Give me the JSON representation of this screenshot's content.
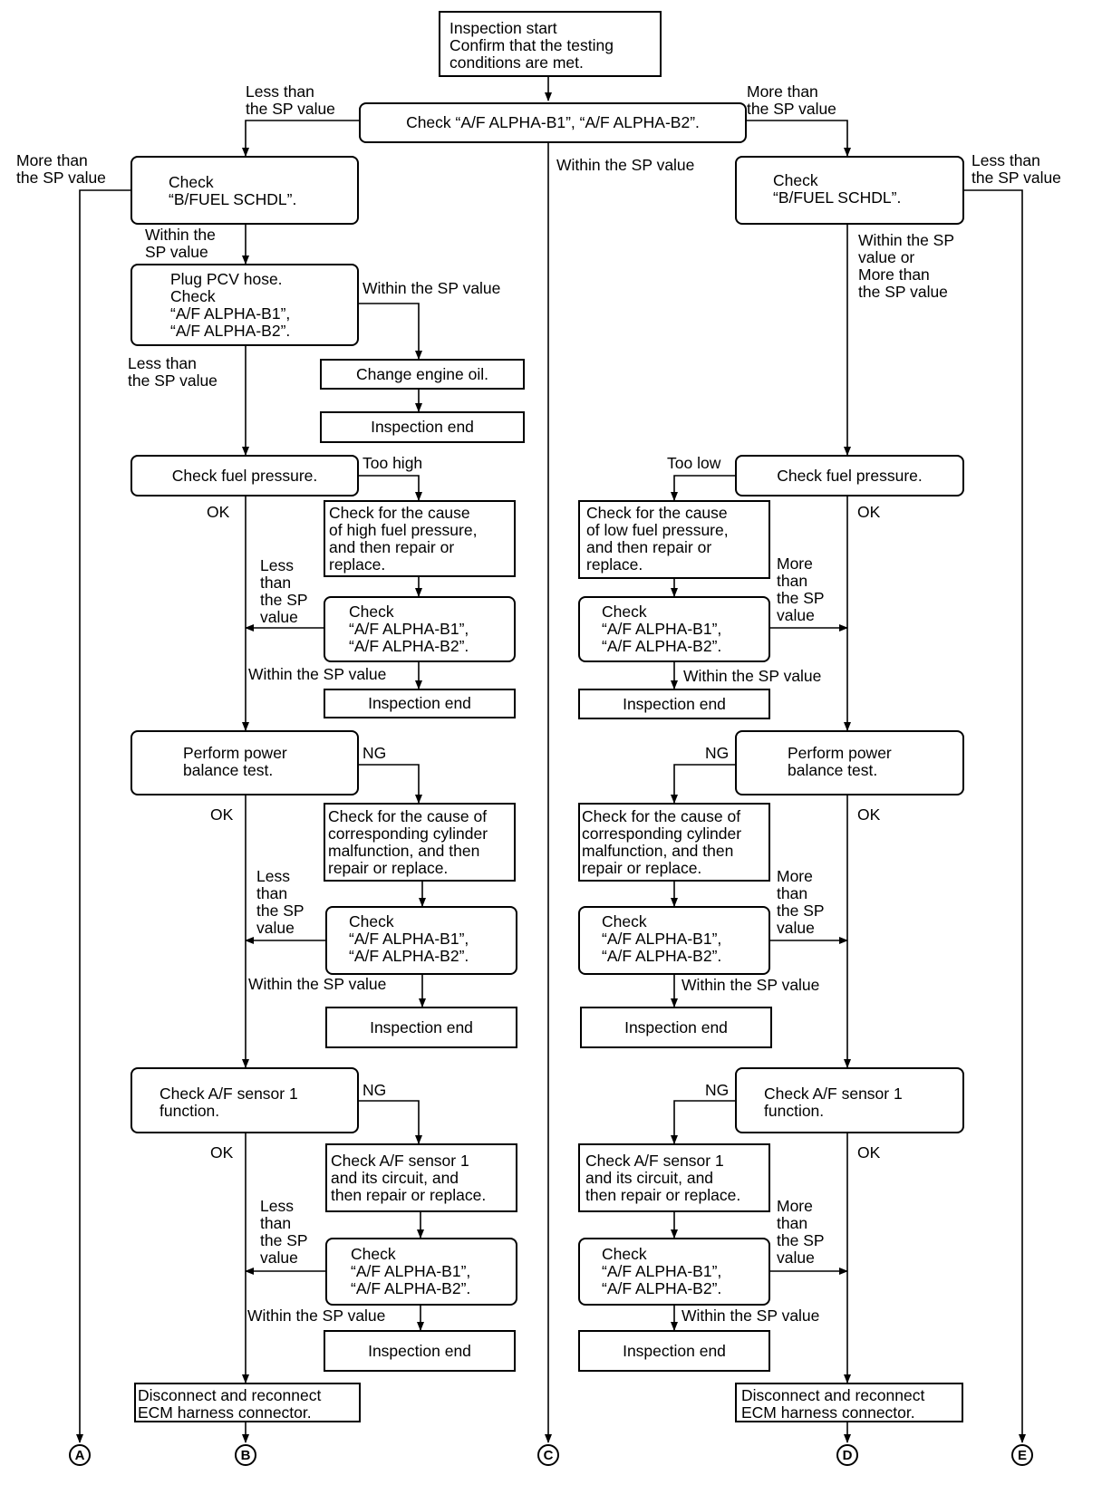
{
  "start": "Inspection start\nConfirm that the testing\nconditions are met.",
  "check_alpha_top": "Check “A/F ALPHA-B1”, “A/F ALPHA-B2”.",
  "labels": {
    "less_sp_2line": "Less than\nthe SP value",
    "more_sp_2line": "More than\nthe SP value",
    "within_sp": "Within the SP value",
    "within_the_2line": "Within the\nSP value",
    "within_or_more": "Within the SP\nvalue or\nMore than\nthe SP value",
    "less_4line": "Less\nthan\nthe SP\nvalue",
    "more_4line": "More\nthan\nthe SP\nvalue",
    "ok": "OK",
    "ng": "NG",
    "too_high": "Too high",
    "too_low": "Too low"
  },
  "left": {
    "bfuel": "Check\n“B/FUEL SCHDL”.",
    "pcv": "Plug PCV hose.\nCheck\n“A/F ALPHA-B1”,\n“A/F ALPHA-B2”.",
    "change_oil": "Change engine oil.",
    "fuel_pressure": "Check fuel pressure.",
    "cause_high": "Check for the cause\nof high fuel pressure,\nand then repair or\nreplace.",
    "power_balance": "Perform power\nbalance test.",
    "cause_cyl": "Check for the cause of\ncorresponding cylinder\nmalfunction, and then\nrepair or replace.",
    "af_func": "Check A/F sensor 1\nfunction.",
    "af_circuit": "Check A/F sensor 1\nand its circuit, and\nthen repair or replace.",
    "disconnect": "Disconnect and reconnect\nECM harness connector."
  },
  "right": {
    "bfuel": "Check\n“B/FUEL SCHDL”.",
    "fuel_pressure": "Check fuel pressure.",
    "cause_low": "Check for the cause\nof low fuel pressure,\nand then repair or\nreplace.",
    "power_balance": "Perform power\nbalance test.",
    "cause_cyl": "Check for the cause of\ncorresponding cylinder\nmalfunction, and then\nrepair or replace.",
    "af_func": "Check A/F sensor 1\nfunction.",
    "af_circuit": "Check A/F sensor 1\nand its circuit, and\nthen repair or replace.",
    "disconnect": "Disconnect and reconnect\nECM harness connector."
  },
  "check_alpha": "Check\n“A/F ALPHA-B1”,\n“A/F ALPHA-B2”.",
  "inspection_end": "Inspection end",
  "terminals": [
    "A",
    "B",
    "C",
    "D",
    "E"
  ]
}
